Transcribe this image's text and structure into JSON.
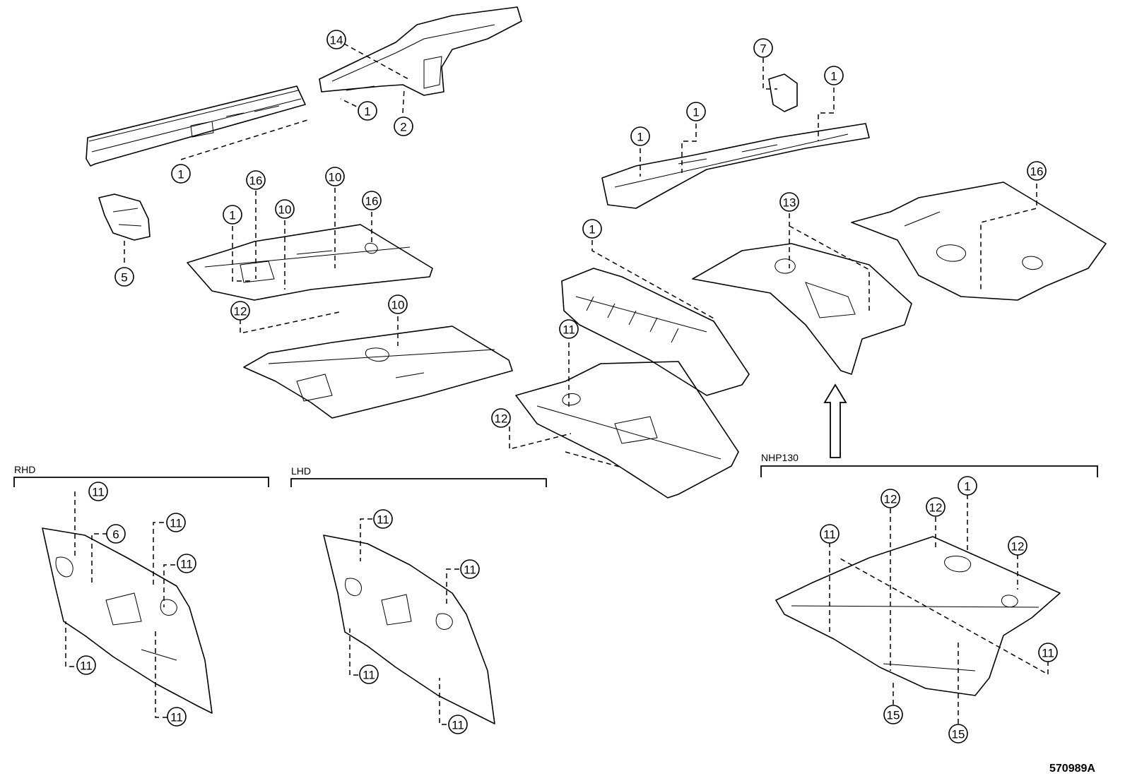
{
  "variant_labels": {
    "rhd": "RHD",
    "lhd": "LHD",
    "nhp130": "NHP130"
  },
  "reference_code": "570989A",
  "callouts": [
    {
      "id": "c-top-14",
      "number": "14"
    },
    {
      "id": "c-top-1a",
      "number": "1"
    },
    {
      "id": "c-top-2",
      "number": "2"
    },
    {
      "id": "c-top-1b",
      "number": "1"
    },
    {
      "id": "c-top-5",
      "number": "5"
    },
    {
      "id": "c-mid-1",
      "number": "1"
    },
    {
      "id": "c-mid-16a",
      "number": "16"
    },
    {
      "id": "c-mid-10a",
      "number": "10"
    },
    {
      "id": "c-mid-10b",
      "number": "10"
    },
    {
      "id": "c-mid-16b",
      "number": "16"
    },
    {
      "id": "c-mid-12",
      "number": "12"
    },
    {
      "id": "c-mid-10c",
      "number": "10"
    },
    {
      "id": "c-r-7",
      "number": "7"
    },
    {
      "id": "c-r-1a",
      "number": "1"
    },
    {
      "id": "c-r-1b",
      "number": "1"
    },
    {
      "id": "c-r-1c",
      "number": "1"
    },
    {
      "id": "c-r-13",
      "number": "13"
    },
    {
      "id": "c-r-16",
      "number": "16"
    },
    {
      "id": "c-c-1",
      "number": "1"
    },
    {
      "id": "c-c-11",
      "number": "11"
    },
    {
      "id": "c-c-12",
      "number": "12"
    },
    {
      "id": "c-rhd-11a",
      "number": "11"
    },
    {
      "id": "c-rhd-6",
      "number": "6"
    },
    {
      "id": "c-rhd-11b",
      "number": "11"
    },
    {
      "id": "c-rhd-11c",
      "number": "11"
    },
    {
      "id": "c-rhd-11d",
      "number": "11"
    },
    {
      "id": "c-rhd-11e",
      "number": "11"
    },
    {
      "id": "c-lhd-11a",
      "number": "11"
    },
    {
      "id": "c-lhd-11b",
      "number": "11"
    },
    {
      "id": "c-lhd-11c",
      "number": "11"
    },
    {
      "id": "c-lhd-11d",
      "number": "11"
    },
    {
      "id": "c-n-12a",
      "number": "12"
    },
    {
      "id": "c-n-12b",
      "number": "12"
    },
    {
      "id": "c-n-1",
      "number": "1"
    },
    {
      "id": "c-n-11a",
      "number": "11"
    },
    {
      "id": "c-n-12c",
      "number": "12"
    },
    {
      "id": "c-n-11b",
      "number": "11"
    },
    {
      "id": "c-n-15a",
      "number": "15"
    },
    {
      "id": "c-n-15b",
      "number": "15"
    }
  ]
}
